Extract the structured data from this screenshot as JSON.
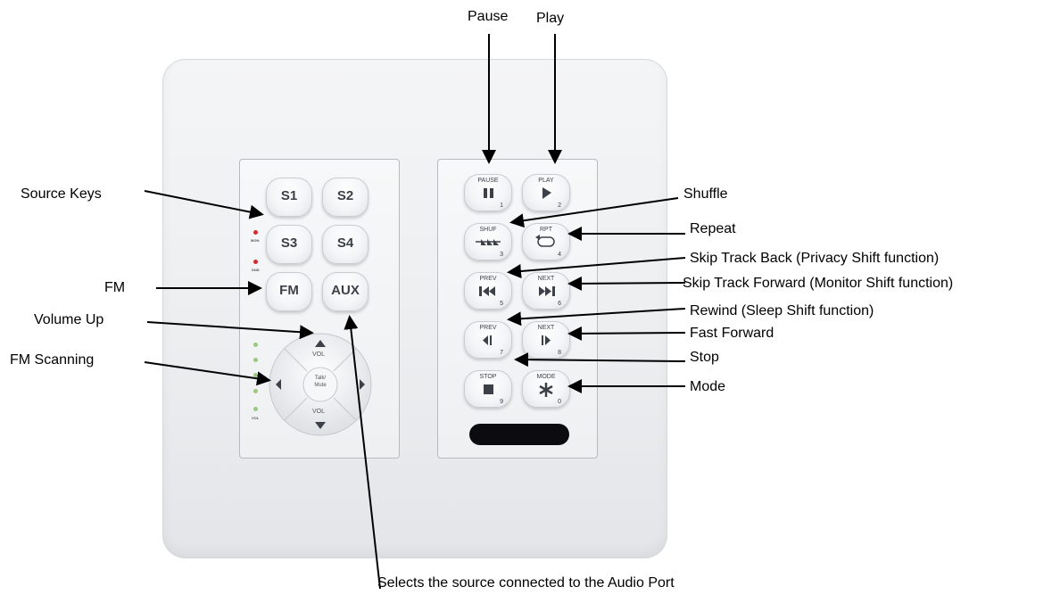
{
  "plate": {
    "source_keys": [
      "S1",
      "S2",
      "S3",
      "S4",
      "FM",
      "AUX"
    ],
    "led_labels": [
      "MON",
      "DND",
      "VOL"
    ],
    "nav": {
      "up": "VOL",
      "center": "Talk/\nMute",
      "down": "VOL"
    },
    "transport": [
      {
        "top": "PAUSE",
        "num": "1",
        "icon": "pause-icon"
      },
      {
        "top": "PLAY",
        "num": "2",
        "icon": "play-icon"
      },
      {
        "top": "SHUF",
        "num": "3",
        "icon": "shuffle-icon"
      },
      {
        "top": "RPT",
        "num": "4",
        "icon": "repeat-icon"
      },
      {
        "top": "PREV",
        "num": "5",
        "icon": "skip-back-icon"
      },
      {
        "top": "NEXT",
        "num": "6",
        "icon": "skip-forward-icon"
      },
      {
        "top": "PREV",
        "num": "7",
        "icon": "rewind-icon"
      },
      {
        "top": "NEXT",
        "num": "8",
        "icon": "fast-forward-icon"
      },
      {
        "top": "STOP",
        "num": "9",
        "icon": "stop-icon"
      },
      {
        "top": "MODE",
        "num": "0",
        "icon": "asterisk-icon"
      }
    ]
  },
  "callouts": {
    "pause": "Pause",
    "play": "Play",
    "source_keys": "Source Keys",
    "shuffle": "Shuffle",
    "repeat": "Repeat",
    "skip_back": "Skip Track Back (Privacy Shift function)",
    "fm": "FM",
    "skip_forward": "Skip Track Forward (Monitor Shift function)",
    "volume_up": "Volume Up",
    "rewind": "Rewind (Sleep Shift function)",
    "fast_forward": "Fast Forward",
    "fm_scanning": "FM Scanning",
    "stop": "Stop",
    "mode": "Mode",
    "aux_note": "Selects the source connected to the Audio Port"
  },
  "colors": {
    "led_red": "#d62b2b",
    "led_green": "#9cc77e",
    "ir_window": "#0c0c10"
  }
}
